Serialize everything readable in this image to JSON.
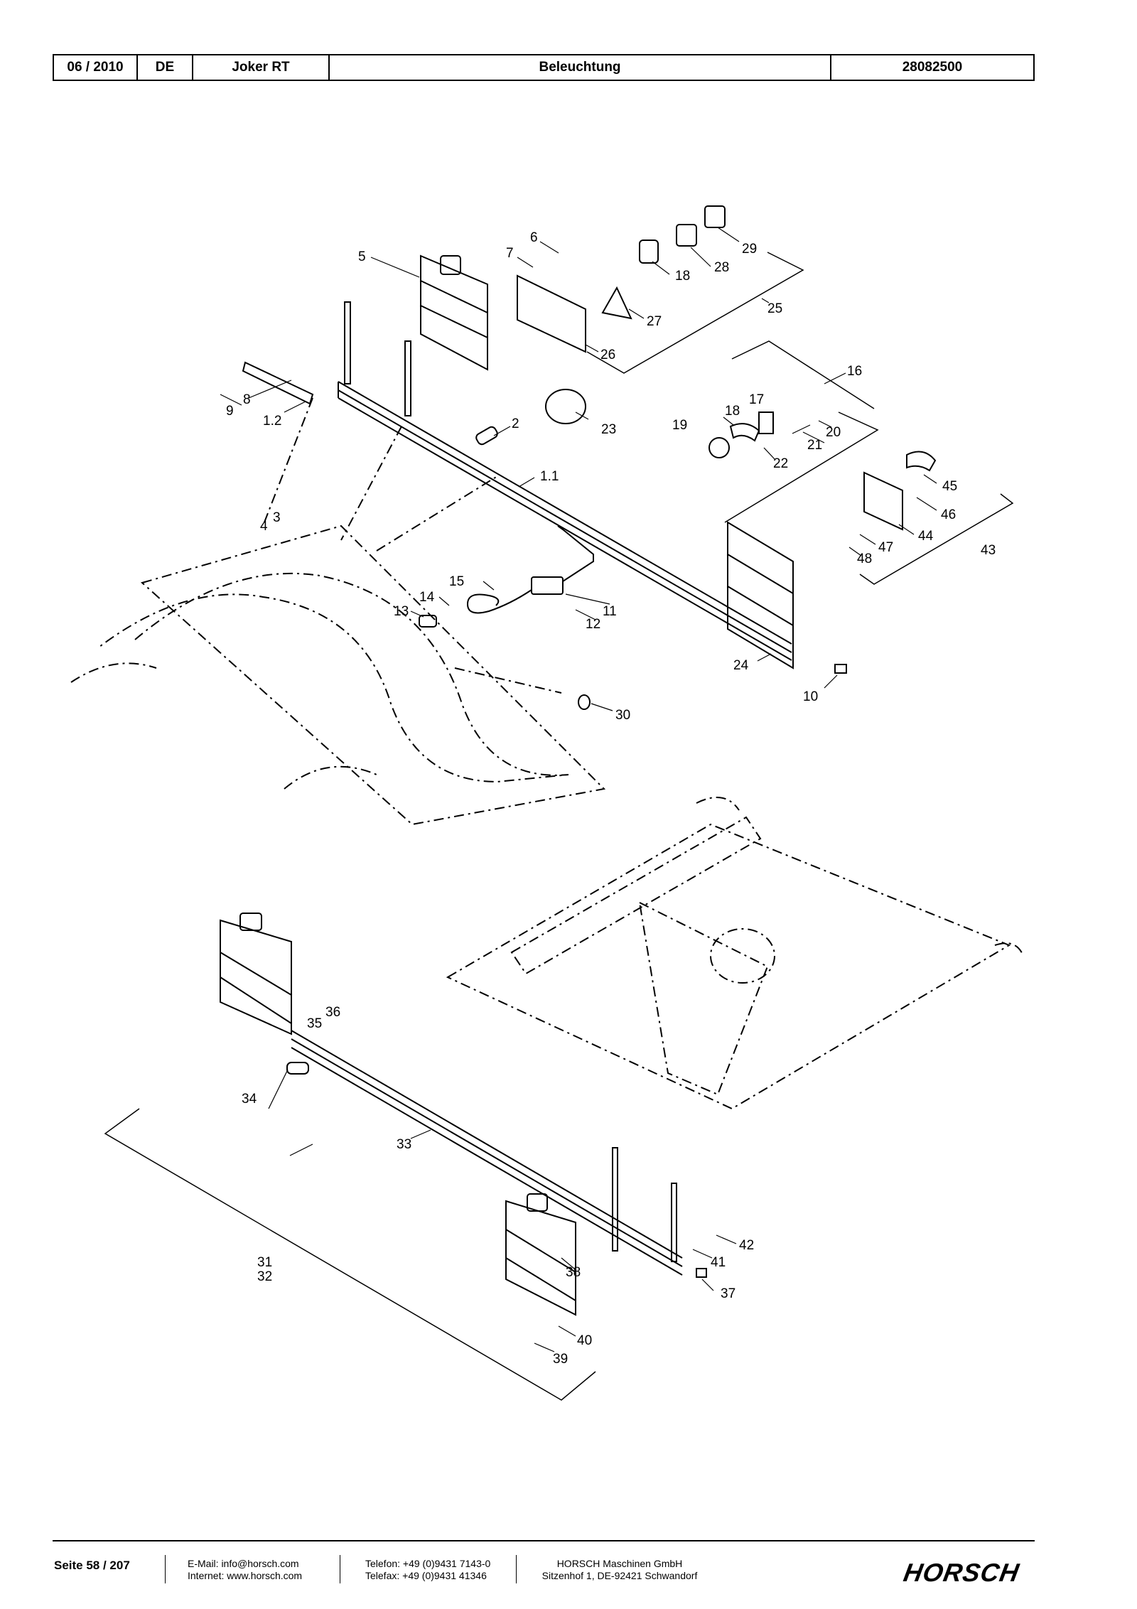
{
  "header": {
    "date": "06 / 2010",
    "language": "DE",
    "model": "Joker RT",
    "section": "Beleuchtung",
    "part_number": "28082500"
  },
  "callouts": [
    "5",
    "6",
    "7",
    "29",
    "28",
    "18",
    "27",
    "25",
    "26",
    "23",
    "8",
    "9",
    "1.2",
    "2",
    "1.1",
    "16",
    "17",
    "18",
    "19",
    "20",
    "21",
    "22",
    "45",
    "46",
    "44",
    "47",
    "48",
    "43",
    "3",
    "4",
    "15",
    "14",
    "13",
    "11",
    "12",
    "24",
    "10",
    "30",
    "36",
    "35",
    "34",
    "33",
    "31",
    "32",
    "38",
    "42",
    "41",
    "37",
    "40",
    "39"
  ],
  "footer": {
    "page": "Seite 58 / 207",
    "email": "E-Mail: info@horsch.com",
    "internet": "Internet: www.horsch.com",
    "phone": "Telefon: +49 (0)9431 7143-0",
    "fax": "Telefax: +49 (0)9431 41346",
    "company": "HORSCH Maschinen GmbH",
    "address": "Sitzenhof 1, DE-92421 Schwandorf",
    "logo": "HORSCH"
  }
}
